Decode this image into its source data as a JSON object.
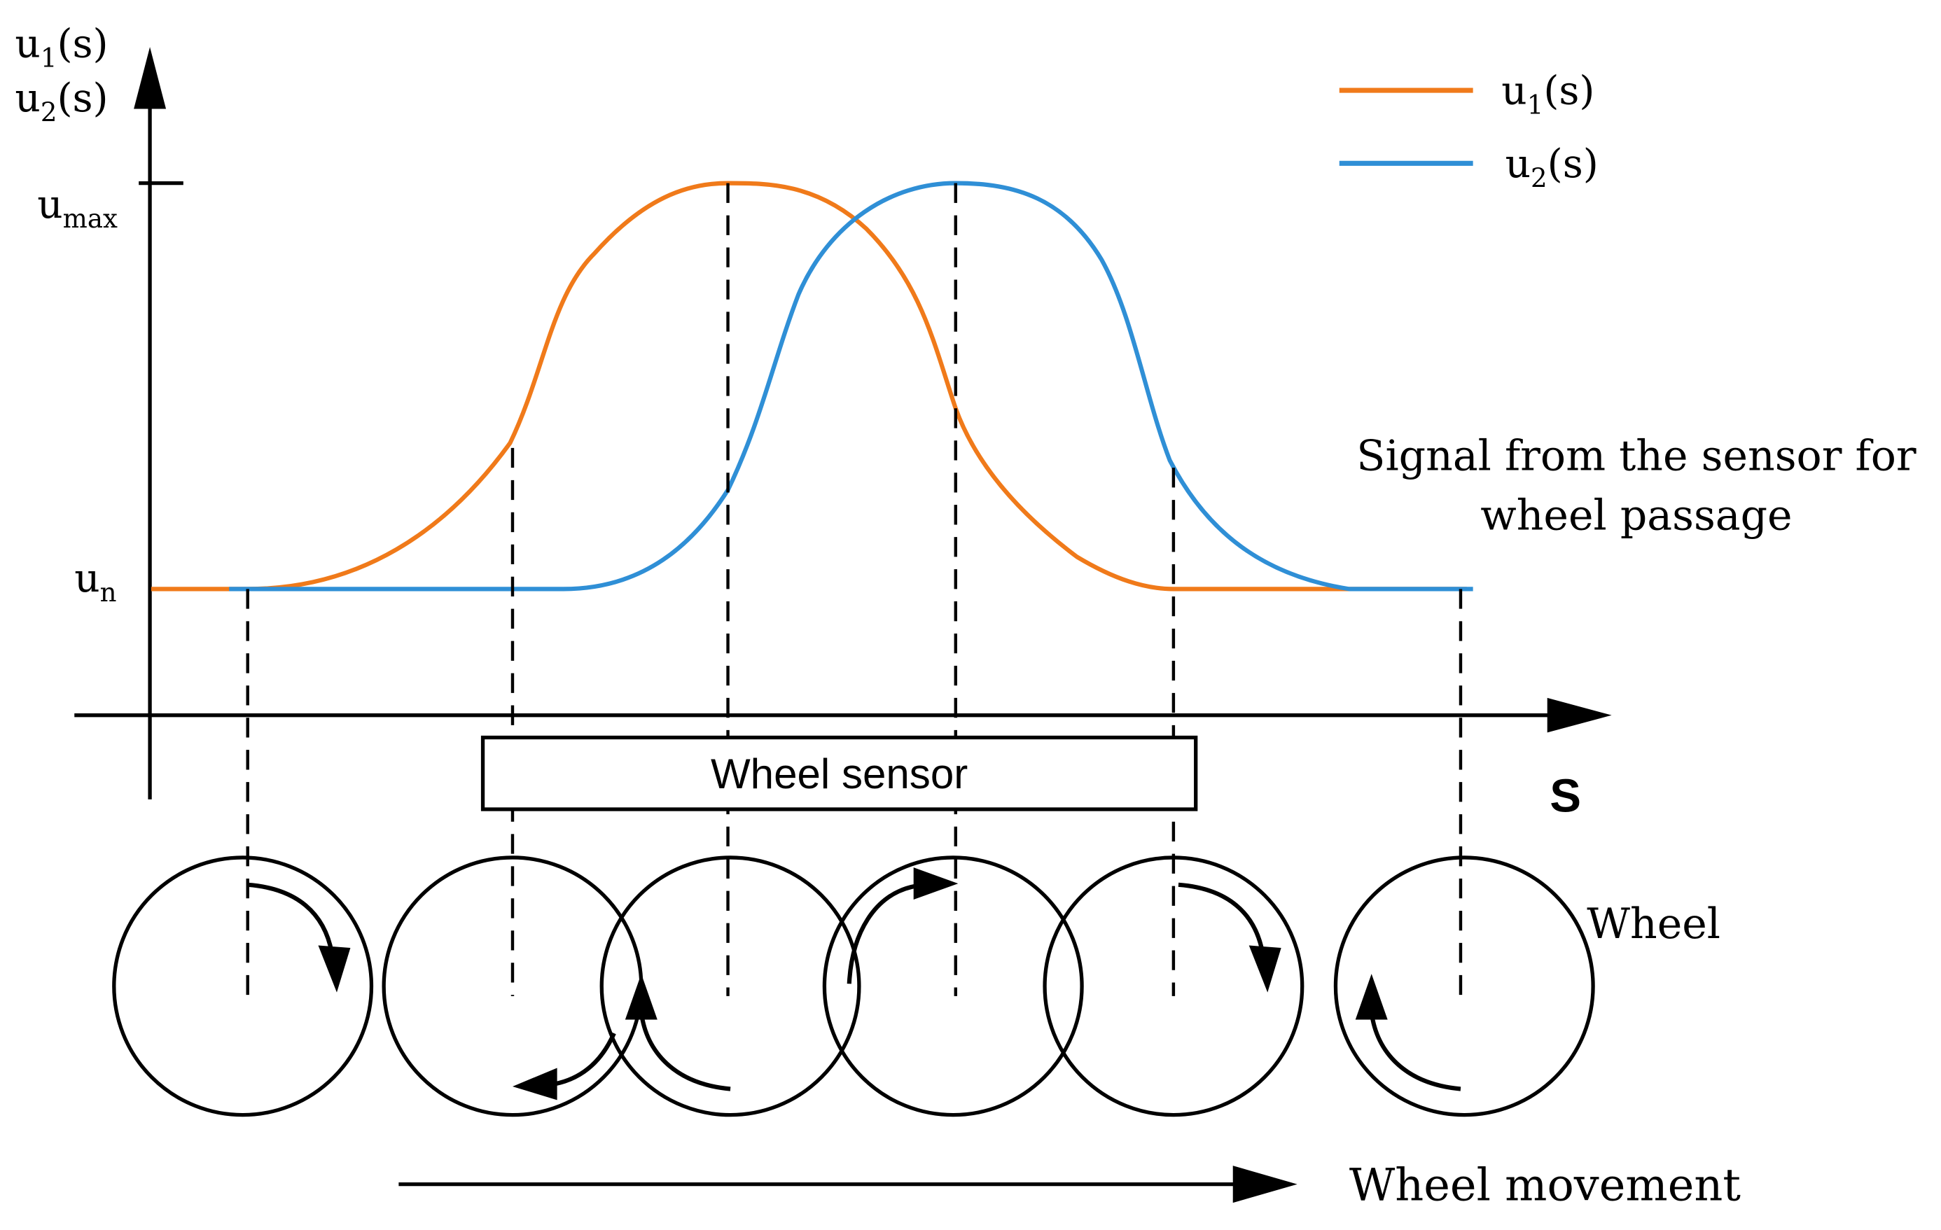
{
  "y_axis": {
    "label_u1": {
      "base": "u",
      "sub": "1",
      "rest": "(s)"
    },
    "label_u2": {
      "base": "u",
      "sub": "2",
      "rest": "(s)"
    },
    "tick_max": {
      "base": "u",
      "sub": "max"
    },
    "tick_n": {
      "base": "u",
      "sub": "n"
    }
  },
  "x_axis": {
    "label": "S"
  },
  "legend": [
    {
      "base": "u",
      "sub": "1",
      "rest": "(s)",
      "color": "#F07A1A"
    },
    {
      "base": "u",
      "sub": "2",
      "rest": "(s)",
      "color": "#2F8FD6"
    }
  ],
  "annotation": {
    "line1": "Signal from the sensor for",
    "line2": "wheel passage"
  },
  "sensor": {
    "label": "Wheel sensor"
  },
  "wheel_label": "Wheel",
  "movement_label": "Wheel movement",
  "colors": {
    "u1": "#F07A1A",
    "u2": "#2F8FD6",
    "ink": "#000000"
  }
}
